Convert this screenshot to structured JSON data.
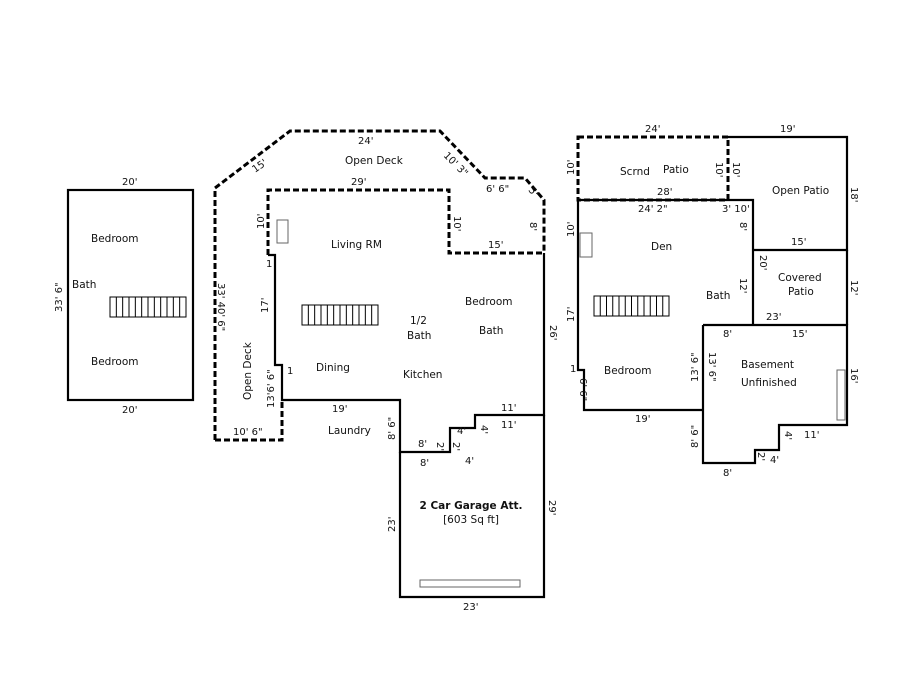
{
  "left_unit": {
    "rooms": [
      "Bedroom",
      "Bath",
      "Bedroom"
    ],
    "dims": [
      "20'",
      "20'",
      "33' 6\""
    ]
  },
  "main_house": {
    "rooms": [
      "Open Deck",
      "Living RM",
      "Bedroom",
      "1/2",
      "Bath",
      "Bath",
      "Dining",
      "Kitchen",
      "Open Deck",
      "Laundry"
    ],
    "dims": [
      "24'",
      "15'",
      "10' 3\"",
      "29'",
      "6' 6\"",
      "5'",
      "10'",
      "10'",
      "8'",
      "15'",
      "1",
      "17'",
      "33' 40' 6\"",
      "26'",
      "1",
      "13'6' 6\"",
      "19'",
      "10' 6\"",
      "11'",
      "11'",
      "4'",
      "4'",
      "8'",
      "2'",
      "2'",
      "4'",
      "8'",
      "8' 6\""
    ]
  },
  "garage": {
    "title": "2 Car Garage Att.",
    "area": "[603 Sq ft]",
    "dims": [
      "23'",
      "29'",
      "23'"
    ]
  },
  "right_plan": {
    "rooms": [
      "Scrnd",
      "Patio",
      "Open Patio",
      "Den",
      "Bath",
      "Covered",
      "Patio",
      "Bedroom",
      "Basement",
      "Unfinished"
    ],
    "dims": [
      "24'",
      "19'",
      "10'",
      "10'",
      "10'",
      "28'",
      "18'",
      "24' 2\"",
      "3' 10'",
      "10'",
      "8'",
      "15'",
      "20'",
      "12'",
      "12'",
      "17'",
      "23'",
      "8'",
      "15'",
      "13' 6\"",
      "13' 6\"",
      "16'",
      "1",
      "6' 6\"",
      "19'",
      "8' 6\"",
      "4'",
      "11'",
      "2'",
      "4'",
      "8'"
    ]
  },
  "icons": [
    "fireplace-icon",
    "stairs-icon",
    "garage-door-icon"
  ]
}
